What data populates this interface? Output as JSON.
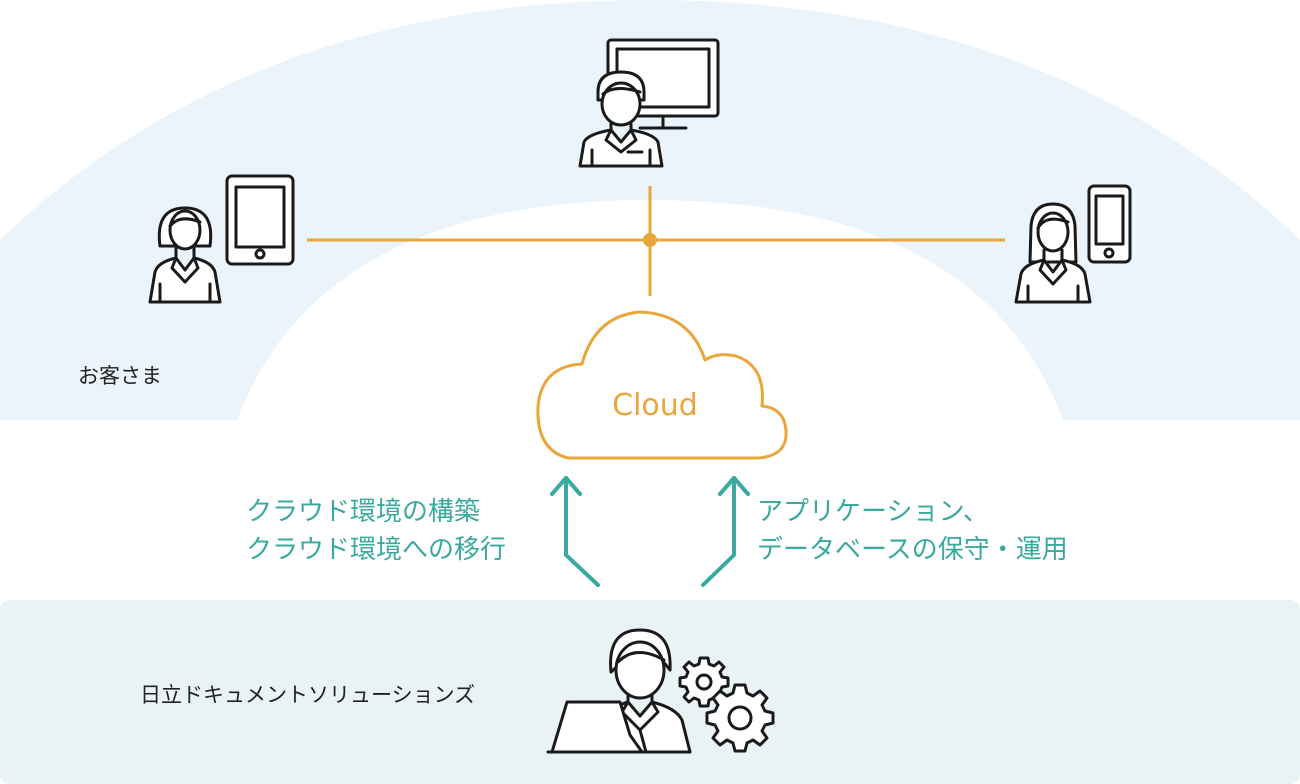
{
  "customers": {
    "label": "お客さま"
  },
  "cloud": {
    "label": "Cloud"
  },
  "company": {
    "label": "日立ドキュメントソリューションズ"
  },
  "left_action": {
    "line1": "クラウド環境の構築",
    "line2": "クラウド環境への移行"
  },
  "right_action": {
    "line1": "アプリケーション、",
    "line2": "データベースの保守・運用"
  },
  "colors": {
    "customer_area": "#eaf4fa",
    "company_area": "#e9f3f5",
    "accent_orange": "#e8a63c",
    "accent_teal": "#3aa99f",
    "icon_stroke": "#1a1a1a"
  },
  "icons": [
    "user-female-tablet-icon",
    "user-male-desktop-icon",
    "user-female-smartphone-icon",
    "cloud-icon",
    "engineer-laptop-icon",
    "gear-icon"
  ]
}
